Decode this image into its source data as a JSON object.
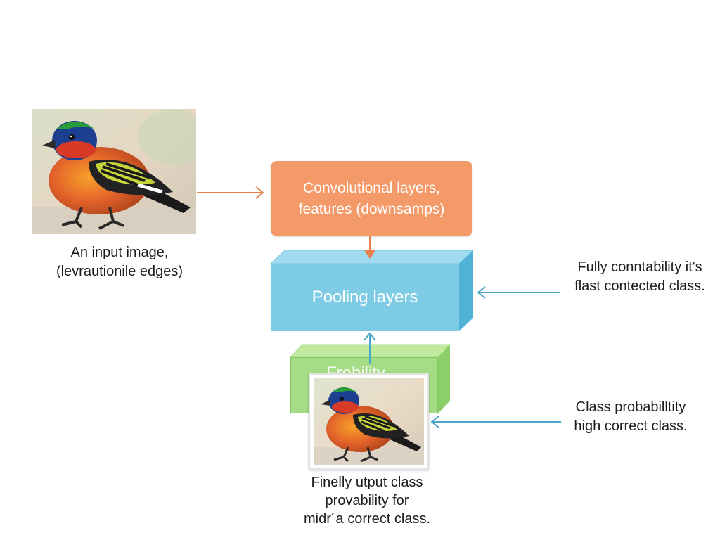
{
  "input": {
    "caption_line1": "An input image,",
    "caption_line2": "(levrautionile edges)"
  },
  "conv": {
    "line1": "Convolutional layers,",
    "line2": "features (downsamps)"
  },
  "pooling": {
    "label": "Pooling layers"
  },
  "green_block": {
    "label": "Frobility"
  },
  "fully_connected": {
    "line1": "Fully conntability it's",
    "line2": "flast contected class."
  },
  "class_prob": {
    "line1": "Class probabilltity",
    "line2": "high correct class."
  },
  "output": {
    "caption_line1": "Finelly utput class",
    "caption_line2": "provability for",
    "caption_line3": "midr´a correct class."
  },
  "colors": {
    "conv": "#f49a68",
    "pooling": "#7ecbe6",
    "green": "#a5dd86",
    "arrow_orange": "#e8804e",
    "arrow_blue": "#4aa6c9"
  }
}
